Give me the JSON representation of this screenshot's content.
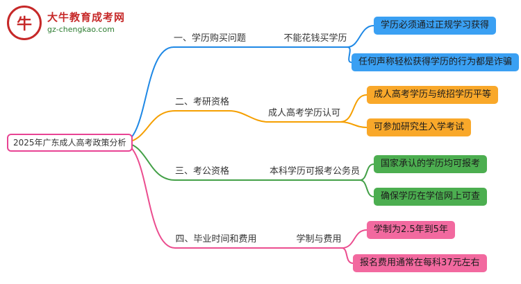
{
  "logo": {
    "icon": "牛",
    "title": "大牛教育成考网",
    "subtitle": "gz-chengkao.com"
  },
  "root": {
    "label": "2025年广东成人高考政策分析"
  },
  "colors": {
    "root_border": "#e84393",
    "branch_blue": "#1e88e5",
    "branch_orange": "#f59f00",
    "branch_green": "#43a047",
    "branch_pink": "#eb4d8f"
  },
  "branches": [
    {
      "color": "#1e88e5",
      "label": "一、学历购买问题",
      "mid": "不能花钱买学历",
      "leaves": [
        "学历必须通过正规学习获得",
        "任何声称轻松获得学历的行为都是诈骗"
      ]
    },
    {
      "color": "#f59f00",
      "label": "二、考研资格",
      "mid": "成人高考学历认可",
      "leaves": [
        "成人高考学历与统招学历平等",
        "可参加研究生入学考试"
      ]
    },
    {
      "color": "#43a047",
      "label": "三、考公资格",
      "mid": "本科学历可报考公务员",
      "leaves": [
        "国家承认的学历均可报考",
        "确保学历在学信网上可查"
      ]
    },
    {
      "color": "#eb4d8f",
      "label": "四、毕业时间和费用",
      "mid": "学制与费用",
      "leaves": [
        "学制为2.5年到5年",
        "报名费用通常在每科37元左右"
      ]
    }
  ]
}
